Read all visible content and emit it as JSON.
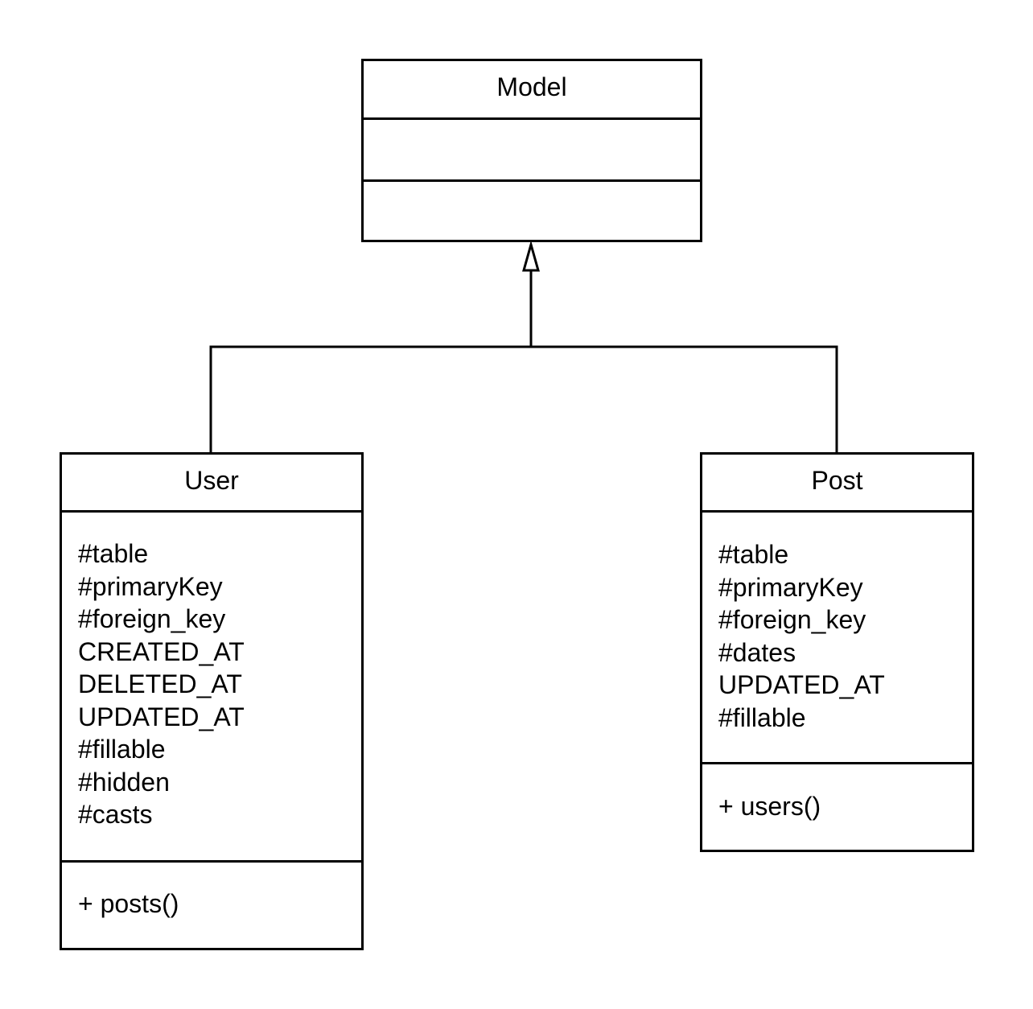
{
  "diagram": {
    "model": {
      "name": "Model",
      "attributes": [],
      "methods": []
    },
    "user": {
      "name": "User",
      "attributes": [
        "#table",
        "#primaryKey",
        "#foreign_key",
        "CREATED_AT",
        "DELETED_AT",
        "UPDATED_AT",
        "#fillable",
        "#hidden",
        "#casts"
      ],
      "methods": [
        "+ posts()"
      ]
    },
    "post": {
      "name": "Post",
      "attributes": [
        "#table",
        "#primaryKey",
        "#foreign_key",
        "#dates",
        "UPDATED_AT",
        "#fillable"
      ],
      "methods": [
        "+ users()"
      ]
    }
  }
}
